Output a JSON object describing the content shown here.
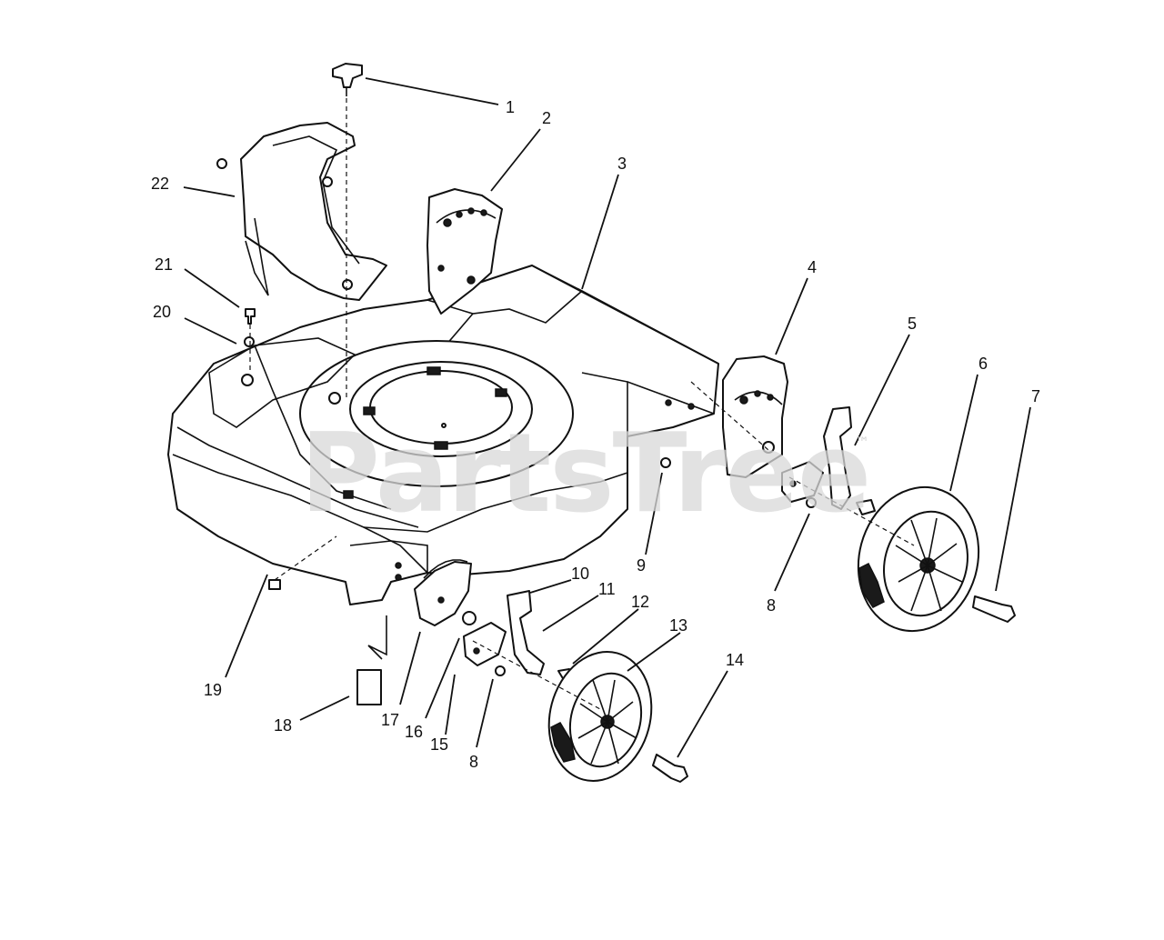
{
  "watermark": {
    "text": "PartsTree",
    "trademark": "™"
  },
  "callouts": [
    {
      "id": "c1",
      "label": "1"
    },
    {
      "id": "c2",
      "label": "2"
    },
    {
      "id": "c3",
      "label": "3"
    },
    {
      "id": "c4",
      "label": "4"
    },
    {
      "id": "c5",
      "label": "5"
    },
    {
      "id": "c6",
      "label": "6"
    },
    {
      "id": "c7",
      "label": "7"
    },
    {
      "id": "c8a",
      "label": "8"
    },
    {
      "id": "c8b",
      "label": "8"
    },
    {
      "id": "c9",
      "label": "9"
    },
    {
      "id": "c10",
      "label": "10"
    },
    {
      "id": "c11",
      "label": "11"
    },
    {
      "id": "c12",
      "label": "12"
    },
    {
      "id": "c13",
      "label": "13"
    },
    {
      "id": "c14",
      "label": "14"
    },
    {
      "id": "c15",
      "label": "15"
    },
    {
      "id": "c16",
      "label": "16"
    },
    {
      "id": "c17",
      "label": "17"
    },
    {
      "id": "c18",
      "label": "18"
    },
    {
      "id": "c19",
      "label": "19"
    },
    {
      "id": "c20",
      "label": "20"
    },
    {
      "id": "c21",
      "label": "21"
    },
    {
      "id": "c22",
      "label": "22"
    }
  ]
}
